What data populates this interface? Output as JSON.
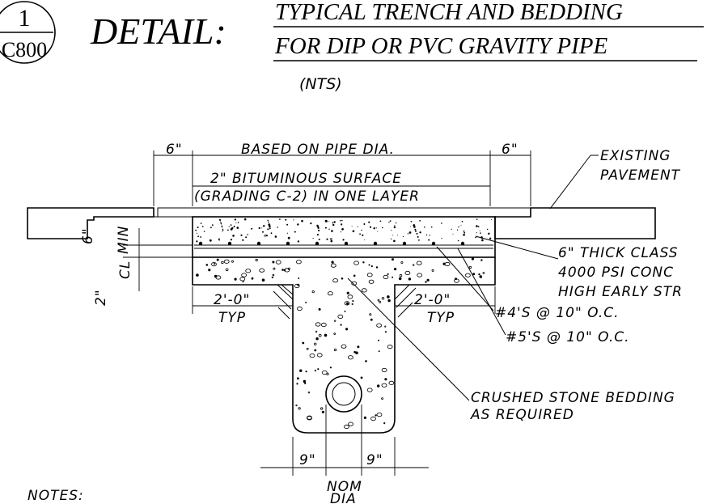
{
  "title": {
    "detail_number": "1",
    "sheet_ref": "C800",
    "prefix": "DETAIL:",
    "line1": "TYPICAL TRENCH AND BEDDING",
    "line2": "FOR DIP OR PVC GRAVITY PIPE",
    "scale": "(NTS)"
  },
  "dimensions": {
    "left_offset": "6\"",
    "span": "BASED ON PIPE DIA.",
    "right_offset": "6\"",
    "surface_line1": "2\" BITUMINOUS SURFACE",
    "surface_line2": "(GRADING C-2) IN ONE LAYER",
    "slab_thickness": "6\"",
    "slab_min": "MIN",
    "cover": "2\"",
    "cover_cl": "CL",
    "left_ledge": "2'-0\"",
    "left_typ": "TYP",
    "right_ledge": "2'-0\"",
    "right_typ": "TYP",
    "pipe_left": "9\"",
    "pipe_right": "9\"",
    "nom": "NOM",
    "dia": "DIA"
  },
  "callouts": {
    "existing_line1": "EXISTING",
    "existing_line2": "PAVEMENT",
    "concrete_line1": "6\" THICK CLASS",
    "concrete_line2": "4000 PSI CONC",
    "concrete_line3": "HIGH EARLY STR",
    "rebar_top": "#4'S @ 10\" O.C.",
    "rebar_bottom": "#5'S @ 10\" O.C.",
    "bedding_line1": "CRUSHED STONE BEDDING",
    "bedding_line2": "AS REQUIRED"
  },
  "notes": {
    "heading": "NOTES:"
  }
}
